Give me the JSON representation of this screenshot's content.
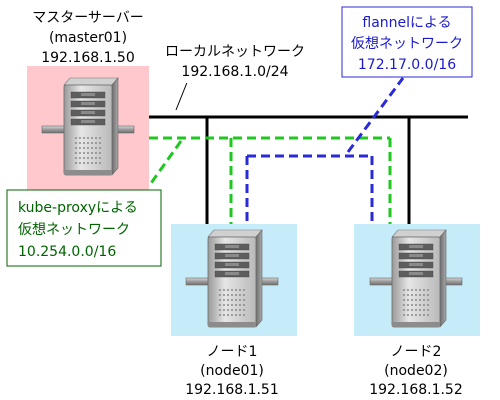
{
  "master": {
    "line1": "マスターサーバー",
    "line2": "(master01)",
    "ip": "192.168.1.50"
  },
  "local_network": {
    "line1": "ローカルネットワーク",
    "line2": "192.168.1.0/24"
  },
  "flannel": {
    "line1": "flannelによる",
    "line2": "仮想ネットワーク",
    "line3": "172.17.0.0/16"
  },
  "kube_proxy": {
    "line1": "kube-proxyによる",
    "line2": "仮想ネットワーク",
    "line3": "10.254.0.0/16"
  },
  "node1": {
    "line1": "ノード1",
    "line2": "(node01)",
    "ip": "192.168.1.51"
  },
  "node2": {
    "line1": "ノード2",
    "line2": "(node02)",
    "ip": "192.168.1.52"
  },
  "colors": {
    "master_bg": "#ffc8cc",
    "node_bg": "#c6ecfa",
    "local_line": "#000000",
    "kube_proxy_line": "#1ec81e",
    "flannel_line": "#2a2ad8",
    "kube_proxy_text": "#006400",
    "flannel_text": "#1a1acc"
  },
  "icons": {
    "server": "server-tower-icon"
  }
}
